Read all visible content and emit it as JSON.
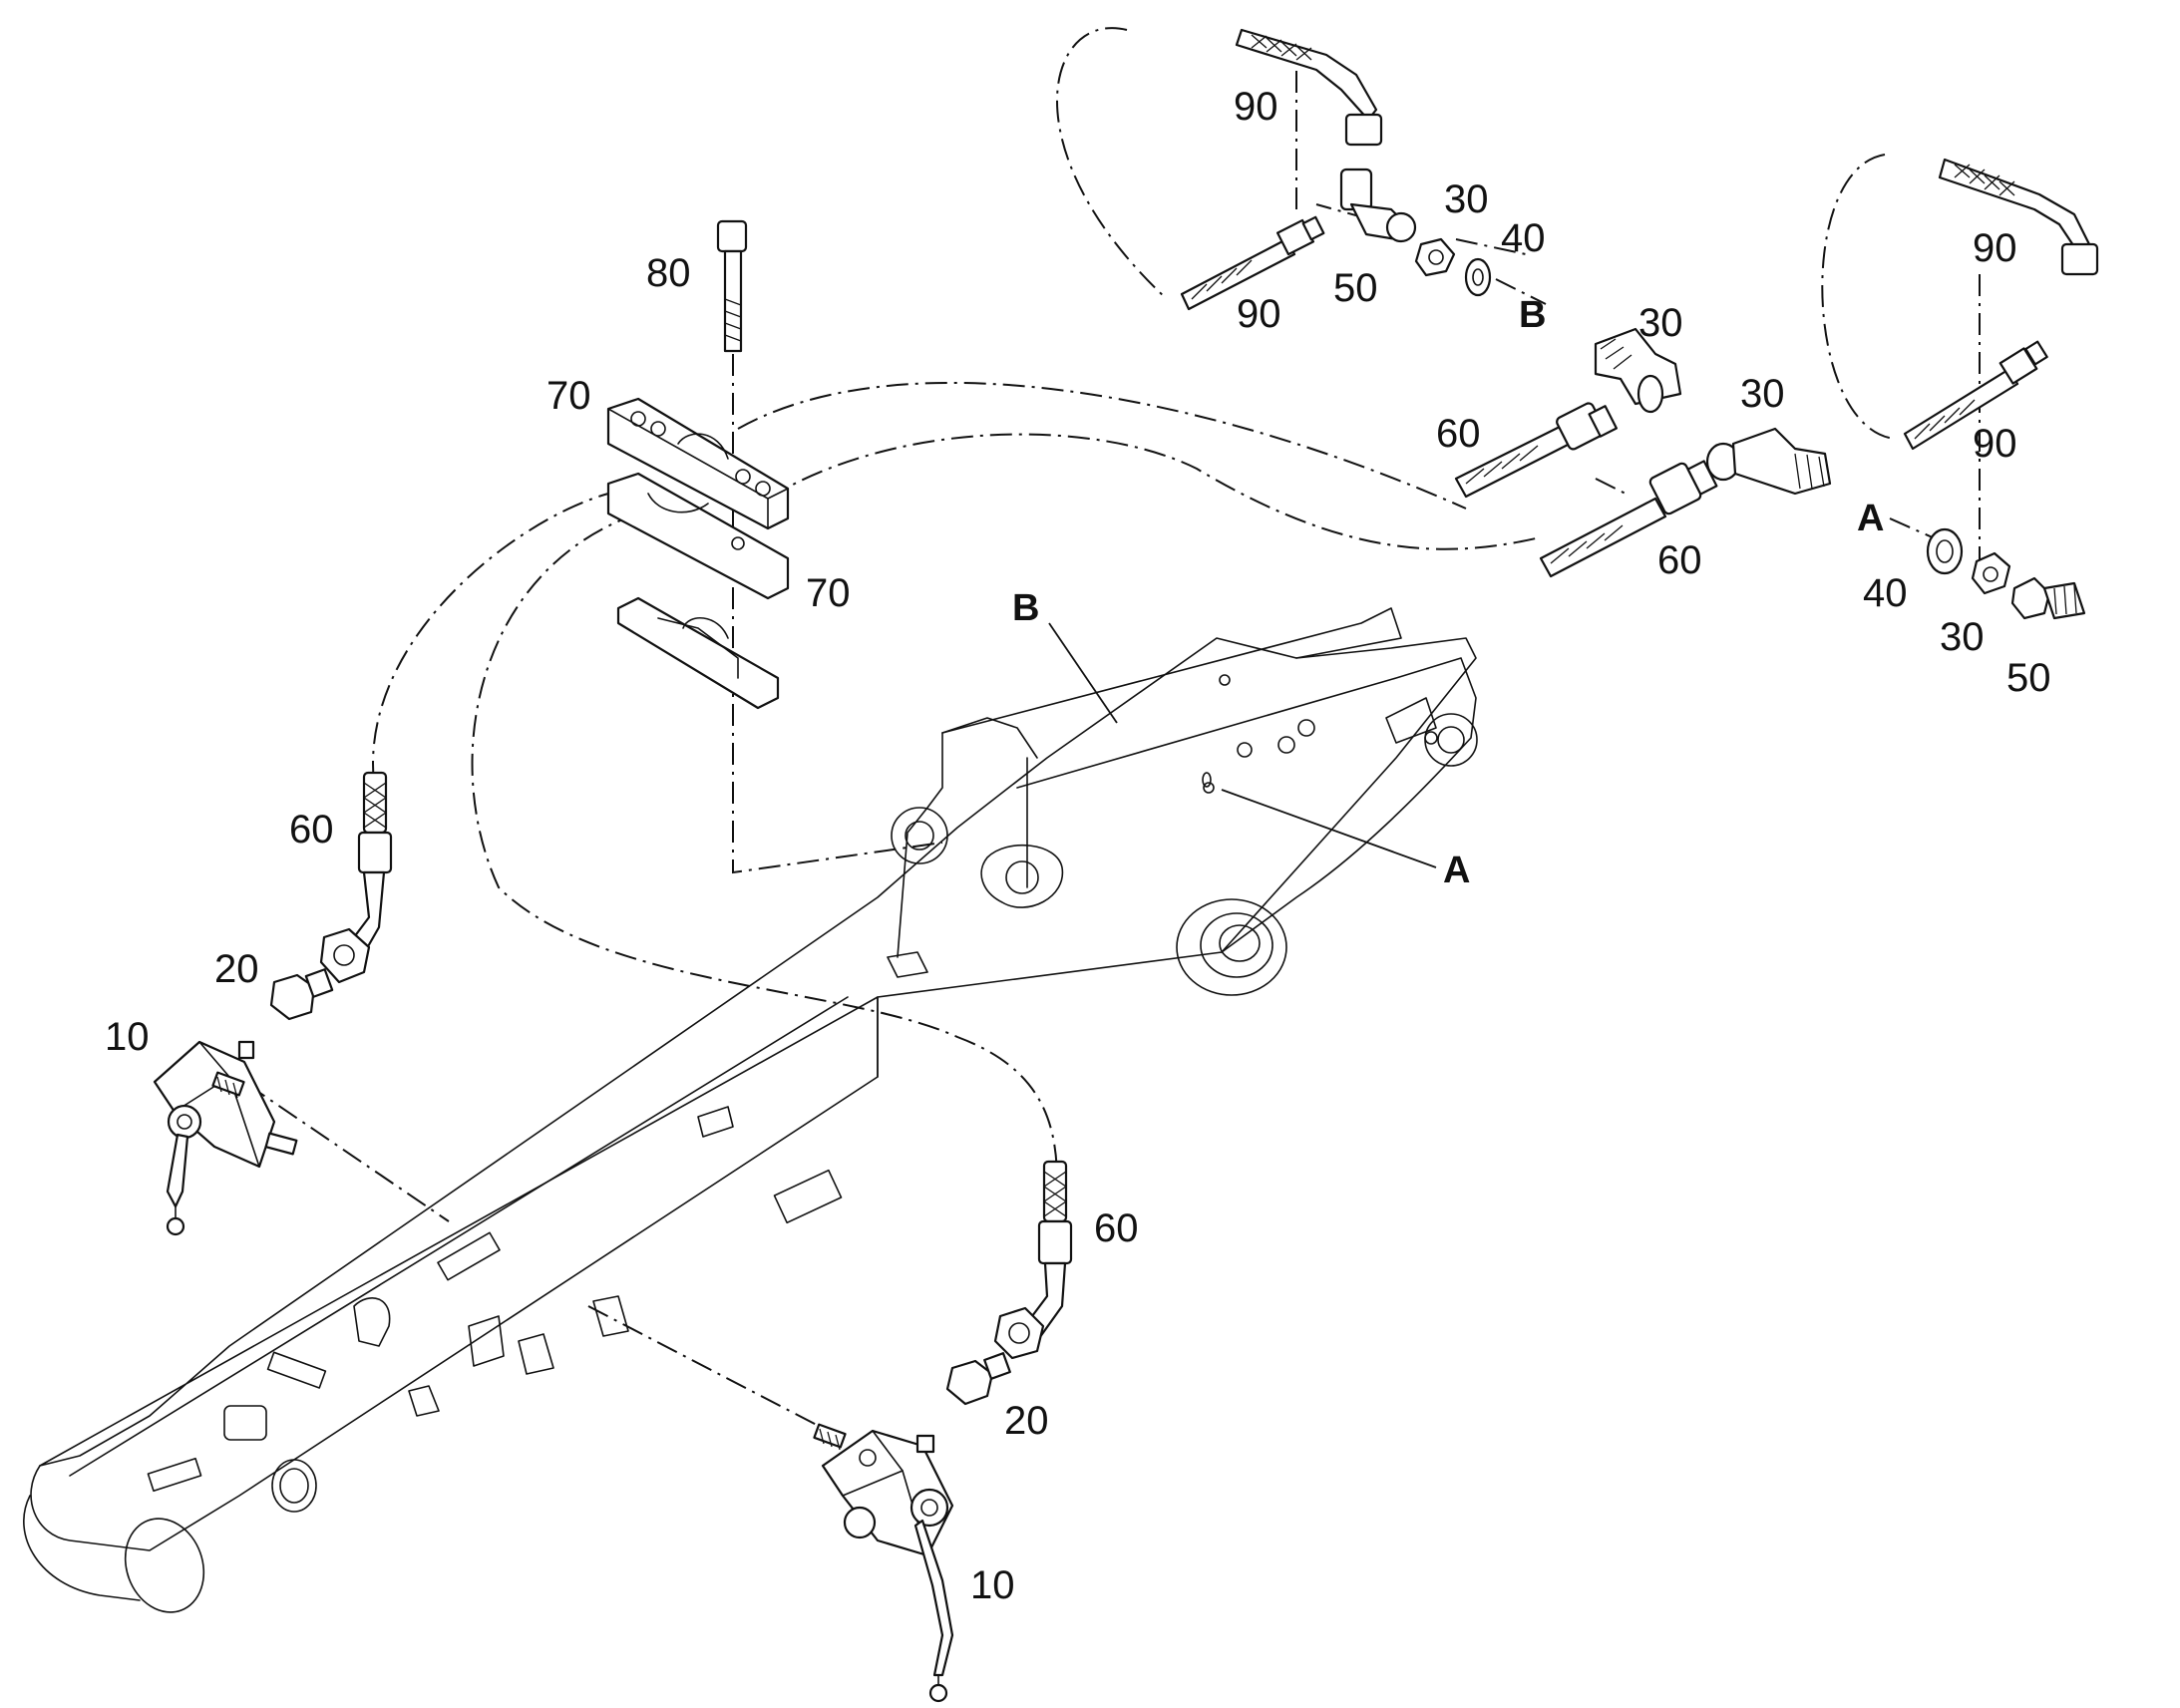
{
  "callouts": [
    {
      "id": "c-90-a",
      "text": "90"
    },
    {
      "id": "c-90-b",
      "text": "90"
    },
    {
      "id": "c-90-c",
      "text": "90"
    },
    {
      "id": "c-90-d",
      "text": "90"
    },
    {
      "id": "c-80",
      "text": "80"
    },
    {
      "id": "c-70-a",
      "text": "70"
    },
    {
      "id": "c-70-b",
      "text": "70"
    },
    {
      "id": "c-60-a",
      "text": "60"
    },
    {
      "id": "c-60-b",
      "text": "60"
    },
    {
      "id": "c-60-c",
      "text": "60"
    },
    {
      "id": "c-60-d",
      "text": "60"
    },
    {
      "id": "c-50-a",
      "text": "50"
    },
    {
      "id": "c-50-b",
      "text": "50"
    },
    {
      "id": "c-40-a",
      "text": "40"
    },
    {
      "id": "c-40-b",
      "text": "40"
    },
    {
      "id": "c-30-a",
      "text": "30"
    },
    {
      "id": "c-30-b",
      "text": "30"
    },
    {
      "id": "c-30-c",
      "text": "30"
    },
    {
      "id": "c-30-d",
      "text": "30"
    },
    {
      "id": "c-20-a",
      "text": "20"
    },
    {
      "id": "c-20-b",
      "text": "20"
    },
    {
      "id": "c-10-a",
      "text": "10"
    },
    {
      "id": "c-10-b",
      "text": "10"
    },
    {
      "id": "c-B-top",
      "text": "B"
    },
    {
      "id": "c-A-top",
      "text": "A"
    },
    {
      "id": "c-B-boom",
      "text": "B"
    },
    {
      "id": "c-A-boom",
      "text": "A"
    }
  ]
}
